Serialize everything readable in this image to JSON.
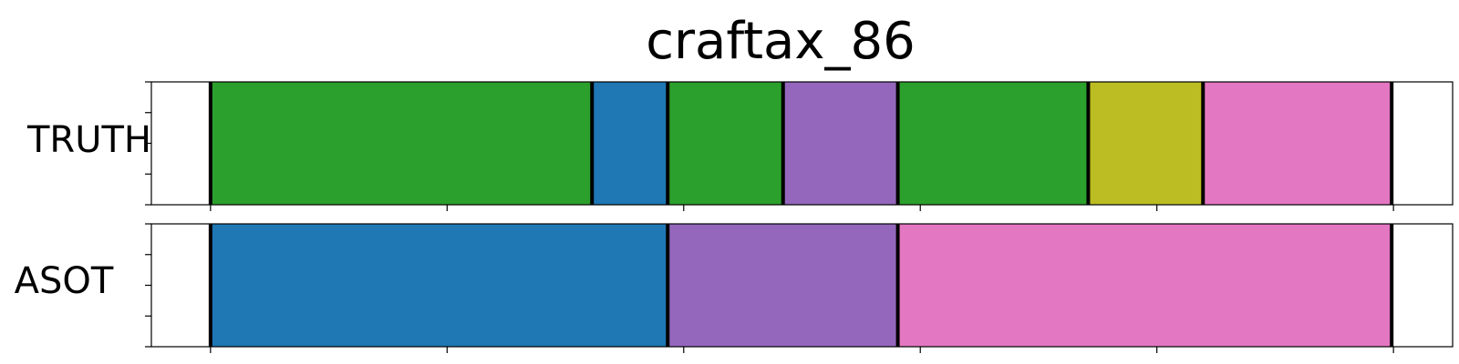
{
  "chart_data": {
    "type": "segmentation",
    "title": "craftax_86",
    "rows": [
      {
        "label": "TRUTH",
        "segments": [
          {
            "start": 0.0,
            "end": 1.0,
            "color": "#ffffff"
          },
          {
            "start": 1.0,
            "end": 7.45,
            "color": "#2ca02c"
          },
          {
            "start": 7.45,
            "end": 8.73,
            "color": "#1f77b4"
          },
          {
            "start": 8.73,
            "end": 10.68,
            "color": "#2ca02c"
          },
          {
            "start": 10.68,
            "end": 12.62,
            "color": "#9467bd"
          },
          {
            "start": 12.62,
            "end": 15.84,
            "color": "#2ca02c"
          },
          {
            "start": 15.84,
            "end": 17.78,
            "color": "#bcbd22"
          },
          {
            "start": 17.78,
            "end": 20.97,
            "color": "#e377c2"
          },
          {
            "start": 20.97,
            "end": 22.0,
            "color": "#ffffff"
          }
        ]
      },
      {
        "label": "ASOT",
        "segments": [
          {
            "start": 0.0,
            "end": 1.0,
            "color": "#ffffff"
          },
          {
            "start": 1.0,
            "end": 8.73,
            "color": "#1f77b4"
          },
          {
            "start": 8.73,
            "end": 12.62,
            "color": "#9467bd"
          },
          {
            "start": 12.62,
            "end": 20.97,
            "color": "#e377c2"
          },
          {
            "start": 20.97,
            "end": 22.0,
            "color": "#ffffff"
          }
        ]
      }
    ],
    "xlim": [
      0,
      22
    ],
    "x_ticks": [
      1,
      5,
      9,
      13,
      17,
      21
    ],
    "y_ticks_per_row": 5,
    "boundary_color": "#000000"
  }
}
